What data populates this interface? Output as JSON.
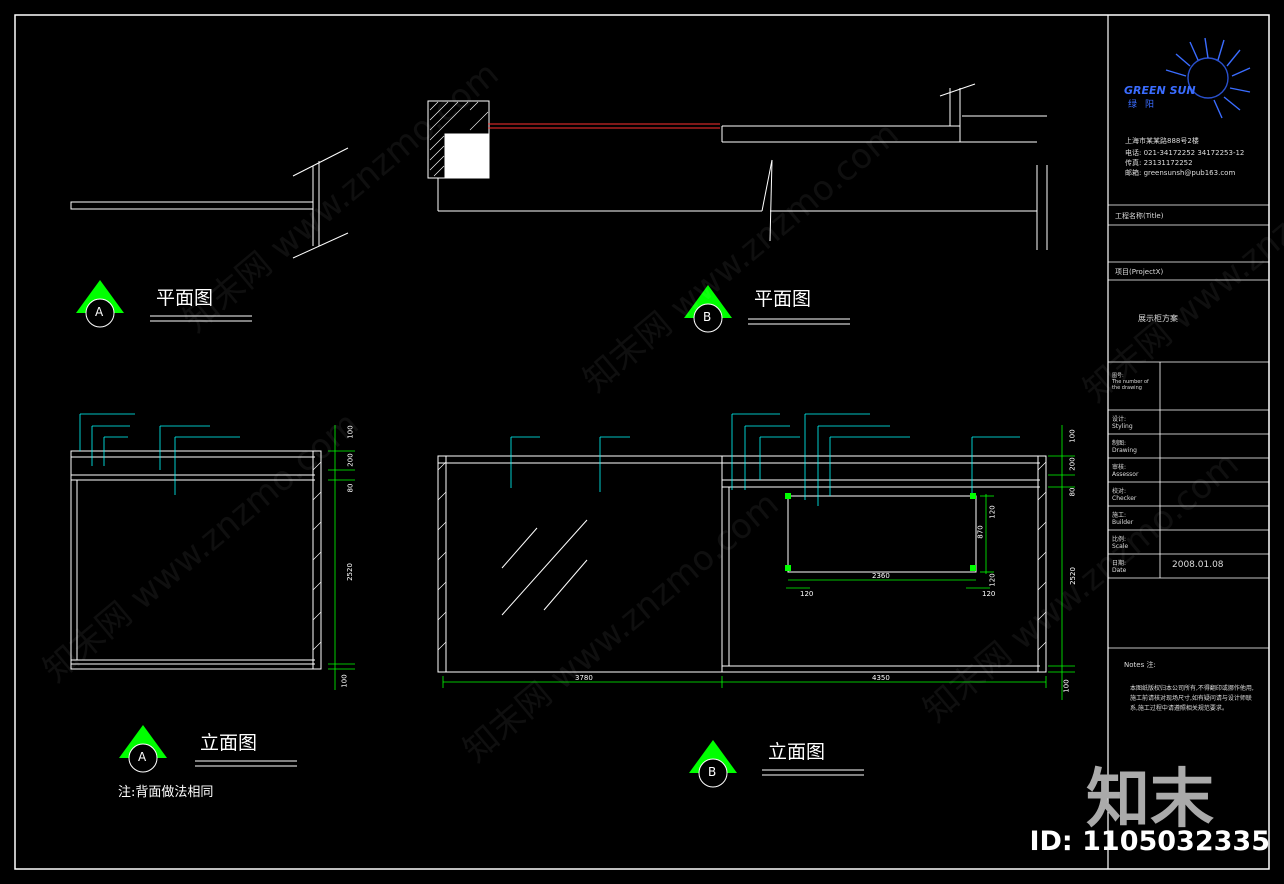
{
  "sheet": {
    "plan_title_a": "平面图",
    "plan_title_b": "平面图",
    "elev_title_a": "立面图",
    "elev_title_b": "立面图",
    "marker_a": "A",
    "marker_b": "B",
    "note": "注:背面做法相同"
  },
  "dimensions": {
    "elev_a": [
      "100",
      "200",
      "80",
      "2520",
      "100"
    ],
    "elev_b": [
      "100",
      "200",
      "80",
      "2520",
      "100"
    ],
    "bottom_left": "3780",
    "bottom_right": "4350",
    "window_width": "2360",
    "window_height": "870",
    "window_top": "120",
    "window_bottom": "120",
    "window_left": "120",
    "window_right": "120"
  },
  "title_block": {
    "brand": "GREEN SUN",
    "brand_cn": "绿阳",
    "contact": [
      "上海市某某路888号2楼",
      "电话: 021-34172252   34172253-12",
      "传真: 23131172252",
      "邮箱: greensunsh@pub163.com"
    ],
    "drawing_title_label": "工程名称(Title)",
    "project_label": "项目(ProjectX)",
    "project_name": "展示柜方案",
    "rows": [
      {
        "label": "图号:\nThe number of the drawing",
        "value": ""
      },
      {
        "label": "设计:\nStyling",
        "value": ""
      },
      {
        "label": "制图:\nDrawing",
        "value": ""
      },
      {
        "label": "审核:\nAssessor",
        "value": ""
      },
      {
        "label": "校对:\nChecker",
        "value": ""
      },
      {
        "label": "施工:\nBuilder",
        "value": ""
      },
      {
        "label": "比例:\nScale",
        "value": ""
      },
      {
        "label": "日期:\nDate",
        "value": "2008.01.08"
      }
    ],
    "notes_label": "Notes 注:",
    "notes_text": "本图纸版权归本公司所有,不得翻印或挪作他用,施工前请核对现场尺寸,如有疑问请与设计师联系,施工过程中请遵照相关规范要求。"
  },
  "watermark": {
    "text": "知末网 www.znzmo.com",
    "logo": "知末",
    "id": "ID: 1105032335"
  },
  "colors": {
    "line": "#ffffff",
    "dim": "#00ff00",
    "leader": "#00ffff",
    "red": "#ff0000",
    "marker": "#00ff00",
    "brand": "#3a6cff"
  }
}
